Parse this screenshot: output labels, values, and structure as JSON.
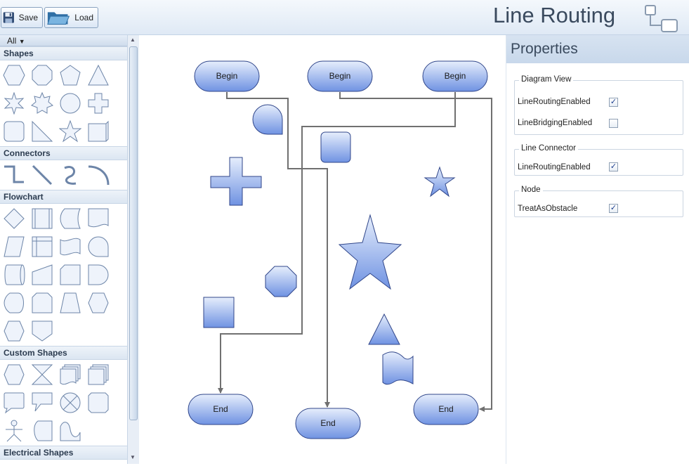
{
  "toolbar": {
    "save_label": "Save",
    "load_label": "Load",
    "title": "Line Routing"
  },
  "palette": {
    "filter_value": "All",
    "sections": {
      "shapes": "Shapes",
      "connectors": "Connectors",
      "flowchart": "Flowchart",
      "custom_shapes": "Custom Shapes",
      "electrical_shapes": "Electrical Shapes"
    }
  },
  "canvas": {
    "begin_label": "Begin",
    "end_label": "End"
  },
  "properties": {
    "title": "Properties",
    "groups": [
      {
        "title": "Diagram View",
        "rows": [
          {
            "label": "LineRoutingEnabled",
            "checked": true
          },
          {
            "label": "LineBridgingEnabled",
            "checked": false
          }
        ]
      },
      {
        "title": "Line Connector",
        "rows": [
          {
            "label": "LineRoutingEnabled",
            "checked": true
          }
        ]
      },
      {
        "title": "Node",
        "rows": [
          {
            "label": "TreatAsObstacle",
            "checked": true
          }
        ]
      }
    ]
  },
  "colors": {
    "node_fill_top": "#e6eefc",
    "node_fill_bottom": "#6f92e2",
    "node_stroke": "#30468a",
    "connector": "#707070"
  }
}
